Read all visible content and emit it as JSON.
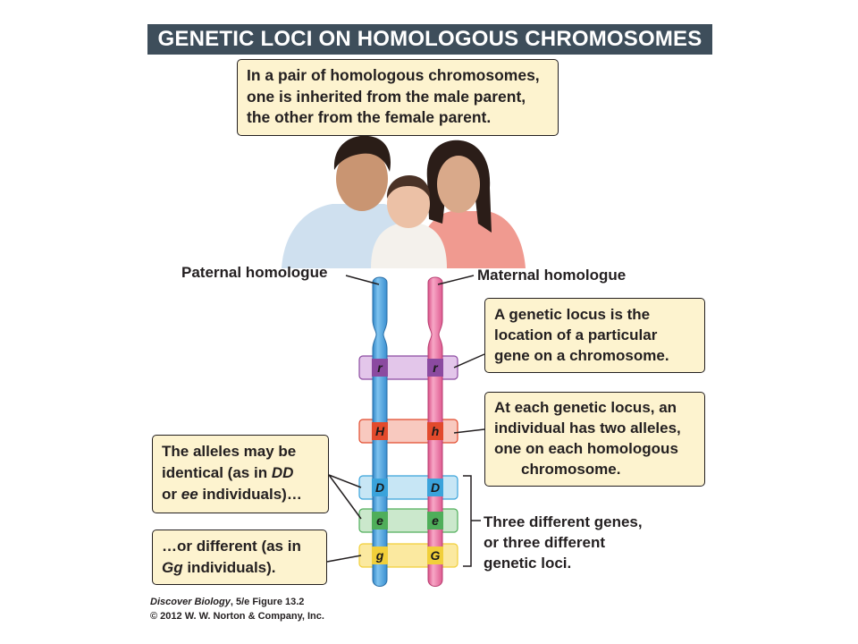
{
  "title": "GENETIC LOCI ON HOMOLOGOUS CHROMOSOMES",
  "callouts": {
    "inheritance": [
      "In a pair of homologous chromosomes,",
      "one is inherited from the male parent,",
      "the other from the female parent."
    ],
    "locus_definition": [
      "A genetic locus is the",
      "location of a particular",
      "gene on a chromosome."
    ],
    "two_alleles": [
      "At each genetic locus, an",
      "individual has two alleles,",
      "one on each homologous",
      "chromosome."
    ],
    "identical": {
      "line1": "The alleles may be",
      "line2_pre": "identical (as in ",
      "line2_it": "DD",
      "line3_pre": "or ",
      "line3_it": "ee",
      "line3_post": " individuals)…"
    },
    "different": {
      "line1": "…or different (as in",
      "line2_it": "Gg",
      "line2_post": " individuals)."
    }
  },
  "labels": {
    "paternal": "Paternal homologue",
    "maternal": "Maternal homologue",
    "three_genes": [
      "Three different genes,",
      "or three different",
      "genetic loci."
    ]
  },
  "loci": [
    {
      "paternal": "r",
      "maternal": "r",
      "band_color": "#e3c6ea",
      "marker_color": "#8b4aa0"
    },
    {
      "paternal": "H",
      "maternal": "h",
      "band_color": "#f8c9bf",
      "marker_color": "#e24a2c"
    },
    {
      "paternal": "D",
      "maternal": "D",
      "band_color": "#c7e6f5",
      "marker_color": "#3aa3db"
    },
    {
      "paternal": "e",
      "maternal": "e",
      "band_color": "#cbe8cc",
      "marker_color": "#4fae5a"
    },
    {
      "paternal": "g",
      "maternal": "G",
      "band_color": "#fbe9a0",
      "marker_color": "#f1cf3a"
    }
  ],
  "colors": {
    "paternal": "#5aaee6",
    "maternal": "#ee7aa8",
    "callout_bg": "#fdf3cf",
    "title_bg": "#3e4e5b"
  },
  "credits": {
    "book": "Discover Biology",
    "edition": ", 5/e Figure 13.2",
    "copyright": "© 2012 W. W. Norton & Company, Inc."
  }
}
